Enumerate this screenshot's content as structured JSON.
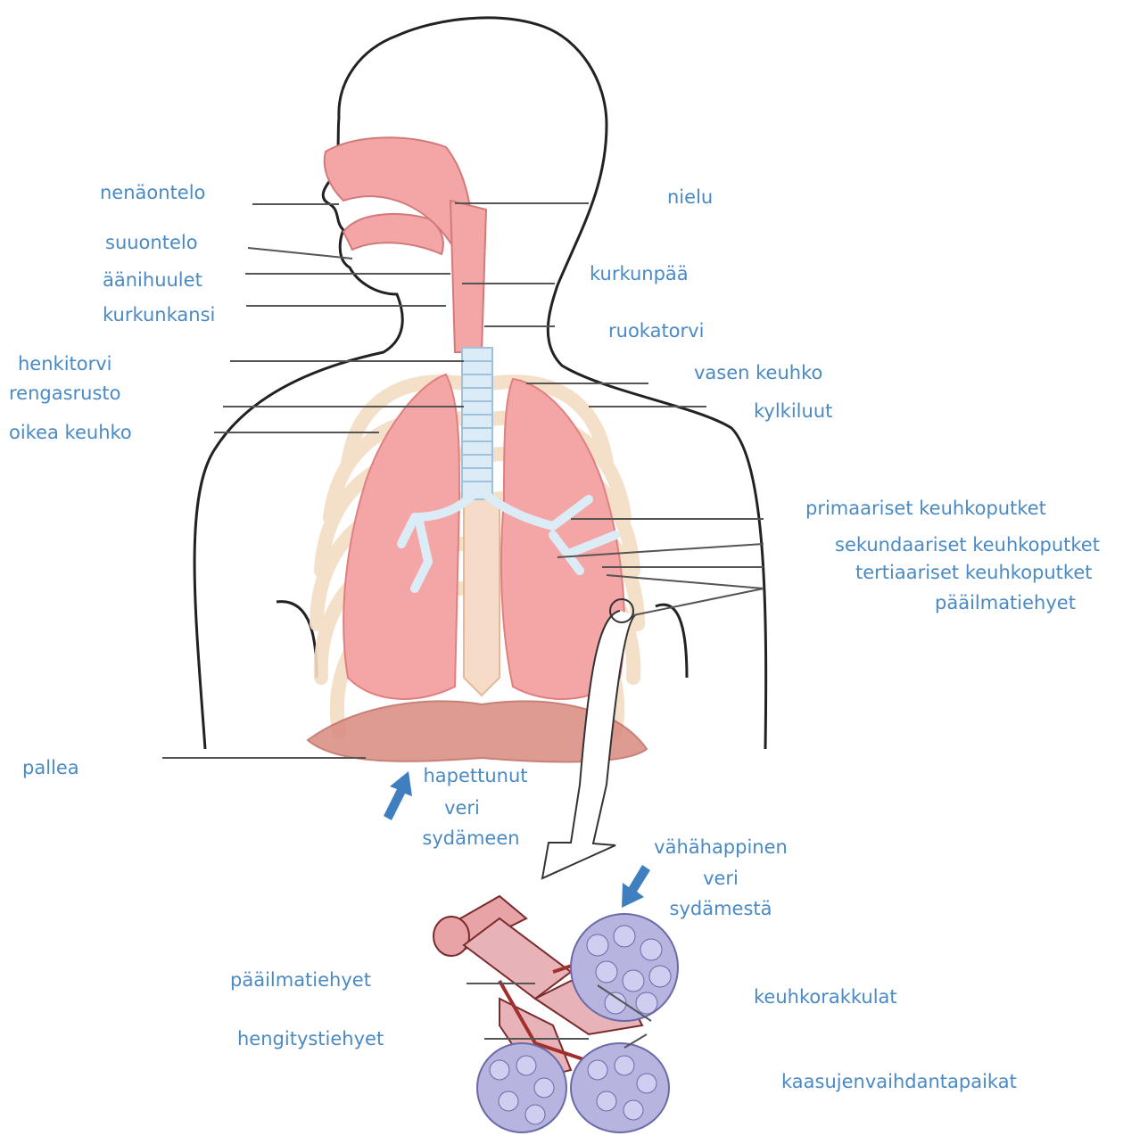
{
  "colors": {
    "label": "#4a8ac4",
    "leader": "#555555",
    "outline": "#222222",
    "tissue": "#f4a6a6",
    "tissue_dark": "#e07f7f",
    "cartilage": "#c9dff0",
    "rib": "#f3dcc4",
    "arrow_blue": "#3f7fc0",
    "alveoli": "#9a9ad0",
    "vessel": "#a0302c"
  },
  "labels": {
    "nasal_cavity": "nenäontelo",
    "oral_cavity": "suuontelo",
    "vocal_cords": "äänihuulet",
    "epiglottis": "kurkunkansi",
    "trachea": "henkitorvi",
    "cartilage_rings": "rengasrusto",
    "right_lung": "oikea keuhko",
    "pharynx": "nielu",
    "larynx": "kurkunpää",
    "esophagus": "ruokatorvi",
    "left_lung": "vasen keuhko",
    "ribs": "kylkiluut",
    "primary_bronchi": "primaariset keuhkoputket",
    "secondary_bronchi": "sekundaariset keuhkoputket",
    "tertiary_bronchi": "tertiaariset keuhkoputket",
    "bronchioles": "pääilmatiehyet",
    "diaphragm": "pallea",
    "oxygenated_line1": "hapettunut",
    "oxygenated_line2": "veri",
    "oxygenated_line3": "sydämeen",
    "deoxygenated_line1": "vähähappinen",
    "deoxygenated_line2": "veri",
    "deoxygenated_line3": "sydämestä",
    "bronchioles_bottom": "pääilmatiehyet",
    "respiratory_bronchioles": "hengitystiehyet",
    "alveolar_sacs": "keuhkorakkulat",
    "gas_exchange": "kaasujenvaihdantapaikat"
  }
}
